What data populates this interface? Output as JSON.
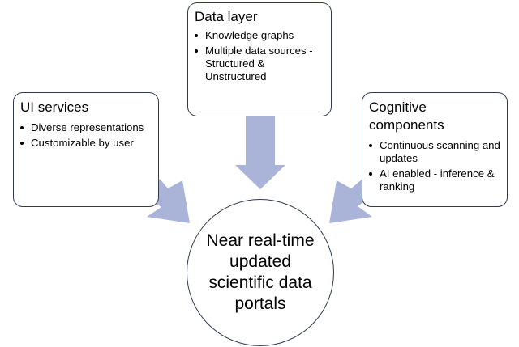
{
  "colors": {
    "arrow": "#aab4d9",
    "border": "#2f3b52",
    "background": "#ffffff"
  },
  "data_layer": {
    "title": "Data layer",
    "bullets": [
      "Knowledge graphs",
      "Multiple data sources - Structured & Unstructured"
    ]
  },
  "ui_services": {
    "title": "UI services",
    "bullets": [
      "Diverse representations",
      "Customizable by user"
    ]
  },
  "cognitive": {
    "title": "Cognitive components",
    "bullets": [
      "Continuous scanning and updates",
      "AI enabled - inference & ranking"
    ]
  },
  "center": {
    "text": "Near real-time updated scientific data portals"
  }
}
